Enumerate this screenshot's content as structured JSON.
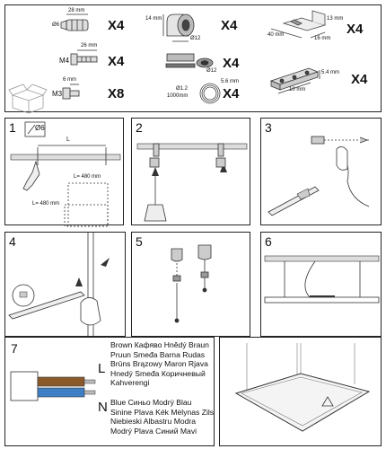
{
  "parts": {
    "screw_anchor": {
      "qty": "X4",
      "dim_len": "28 mm",
      "dim_dia": "Ø6"
    },
    "m4_screw": {
      "qty": "X4",
      "label": "M4",
      "dim_len": "26 mm"
    },
    "m3_screw": {
      "qty": "X8",
      "label": "M3",
      "dim_len": "6 mm"
    },
    "cap": {
      "qty": "X4",
      "dim_h": "14 mm",
      "dim_dia": "Ø12"
    },
    "grip": {
      "qty": "X4",
      "dim_dia": "Ø12",
      "dim_h": "5.6 mm"
    },
    "cable": {
      "qty": "X4",
      "dim_dia": "Ø1.2",
      "dim_len": "1000mm"
    },
    "bracket": {
      "qty": "X4",
      "dim_w": "40 mm",
      "dim_h": "13 mm",
      "dim_d": "16 mm"
    },
    "connector": {
      "qty": "X4",
      "dim_h": "5.4 mm",
      "dim_w": "10 mm"
    }
  },
  "steps": {
    "s1": {
      "num": "1",
      "drill": "Ø6",
      "l": "L",
      "l1": "L= 480 mm",
      "l2": "L= 480 mm"
    },
    "s2": {
      "num": "2"
    },
    "s3": {
      "num": "3"
    },
    "s4": {
      "num": "4"
    },
    "s5": {
      "num": "5"
    },
    "s6": {
      "num": "6"
    },
    "s7": {
      "num": "7",
      "L": "L",
      "N": "N",
      "brown": [
        "Brown Кафяво Hnědý Braun",
        "Pruun Smeđa Barna Rudas",
        "Brūns Brązowy Maron Rjava",
        "Hnedý Smeđa Коричневый",
        "Kahverengi"
      ],
      "blue": [
        "Blue Синьо Modrý Blau",
        "Sinine Plava Kék Mėlynas Zils",
        "Niebieski Albastru Modra",
        "Modrý Plava Синий Mavi"
      ]
    }
  },
  "colors": {
    "brown": "#8a5a2b",
    "blue": "#3f7fc6",
    "stroke": "#222"
  }
}
